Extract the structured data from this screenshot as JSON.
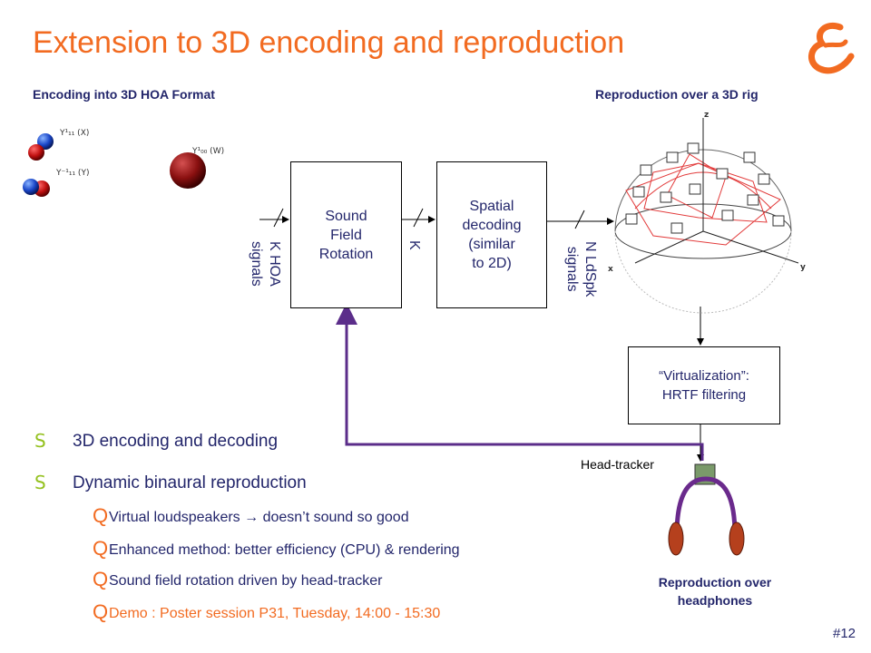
{
  "title": "Extension to 3D encoding and reproduction",
  "encoding_header": "Encoding into 3D HOA Format",
  "reproduction_header": "Reproduction over a 3D rig",
  "spherical_harmonics": [
    {
      "label": "Y¹₁₁ (X)"
    },
    {
      "label": "Y⁻¹₁₁ (Y)"
    },
    {
      "label": "Y¹₀₀ (W)"
    }
  ],
  "blocks": {
    "rotation": "Sound\nField\nRotation",
    "decoding": "Spatial\ndecoding\n(similar\nto 2D)",
    "virtualization": "“Virtualization”:\nHRTF filtering"
  },
  "signals": {
    "input": "K HOA\nsignals",
    "middle": "K",
    "output": "N LdSpk\nsignals"
  },
  "axes": {
    "z": "z",
    "x": "x",
    "y": "y"
  },
  "head_tracker_label": "Head-tracker",
  "headphones_label": "Reproduction over\nheadphones",
  "bullets": [
    {
      "mark": "S",
      "text": "3D encoding and decoding"
    },
    {
      "mark": "S",
      "text": "Dynamic binaural reproduction"
    }
  ],
  "sub_bullets": [
    {
      "mark": "Q",
      "text": "Virtual loudspeakers  →  doesn’t sound so good"
    },
    {
      "mark": "Q",
      "text": "Enhanced method: better efficiency (CPU) & rendering"
    },
    {
      "mark": "Q",
      "text": "Sound field rotation driven by head-tracker"
    },
    {
      "mark": "Q",
      "text": "Demo : Poster session P31, Tuesday, 14:00 - 15:30"
    }
  ],
  "slide_number": "#12",
  "colors": {
    "title": "#f26b21",
    "text": "#23266b",
    "bullet": "#94c11f",
    "feedback_arrow": "#5b2d8a",
    "headphones_band": "#6a2a8c",
    "earcup": "#b5401d"
  }
}
